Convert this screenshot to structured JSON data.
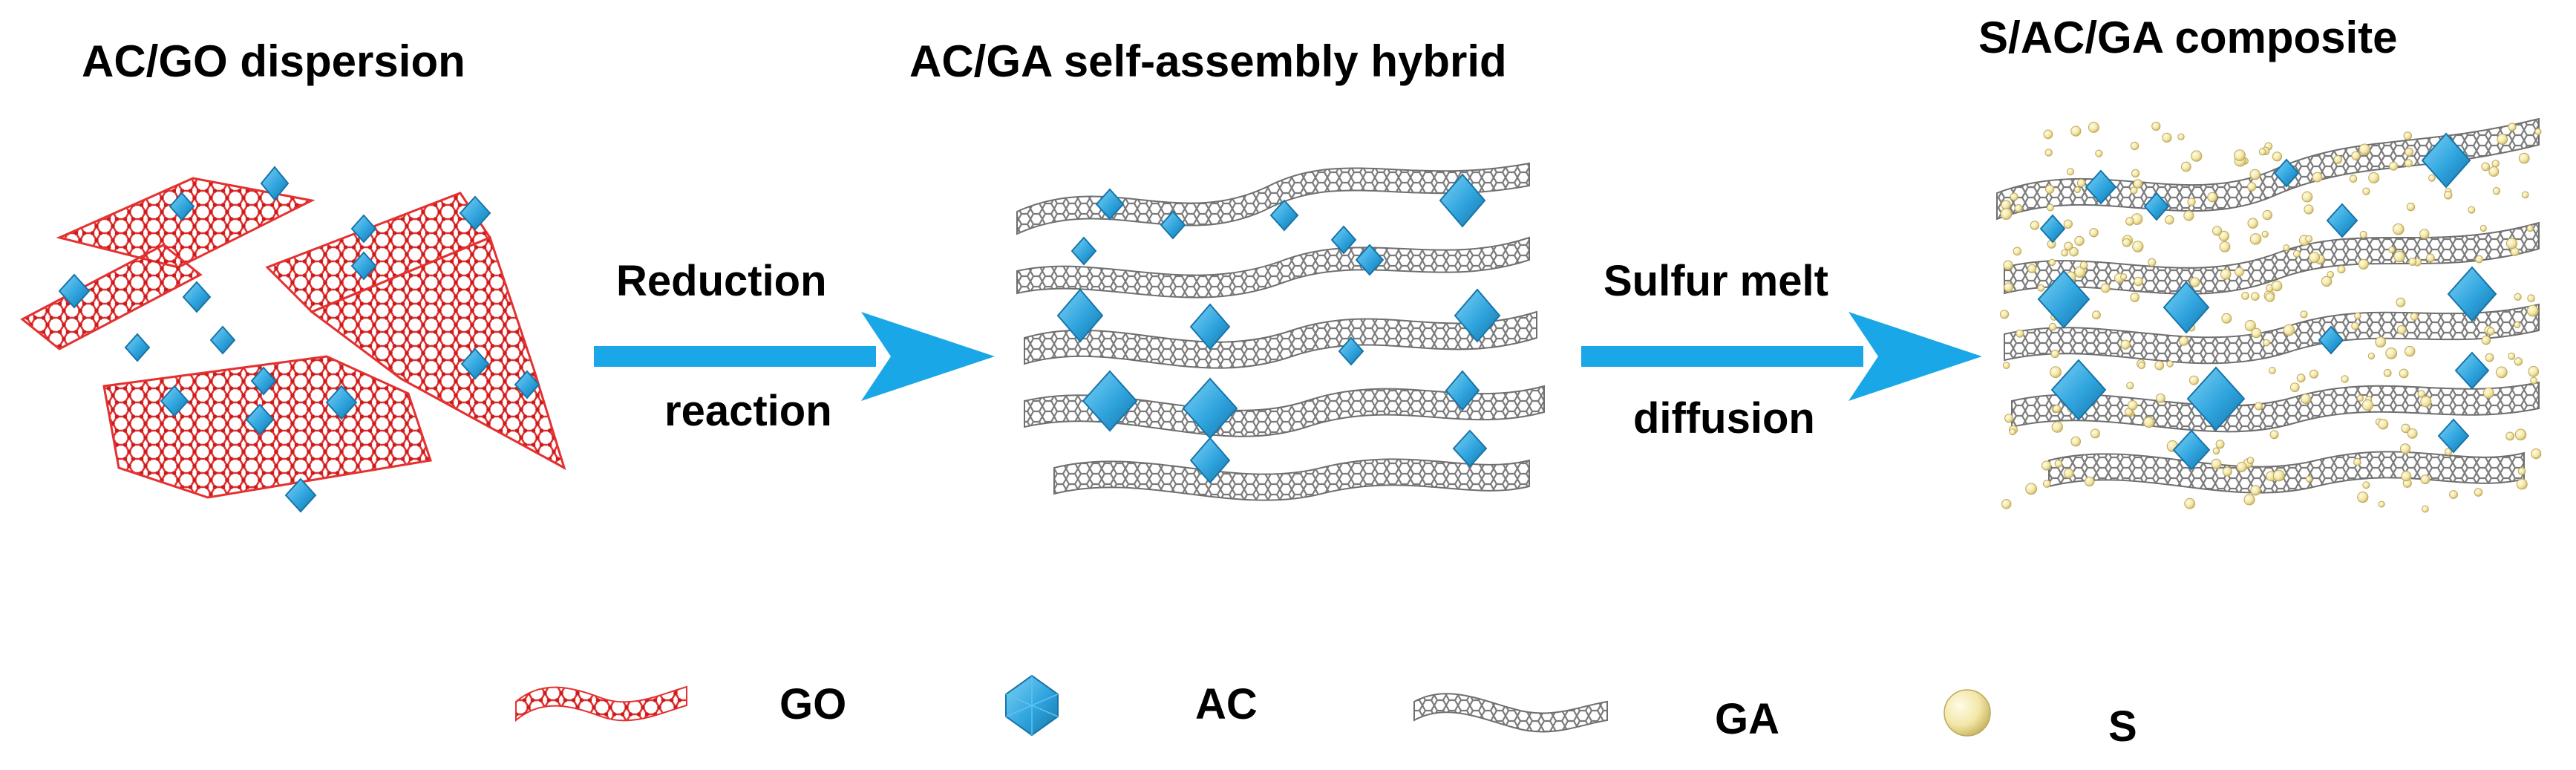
{
  "panels": [
    {
      "title": "AC/GO dispersion"
    },
    {
      "title": "AC/GA self-assembly hybrid"
    },
    {
      "title": "S/AC/GA composite"
    }
  ],
  "steps": [
    {
      "line1": "Reduction",
      "line2": "reaction"
    },
    {
      "line1": "Sulfur melt",
      "line2": "diffusion"
    }
  ],
  "legend": [
    {
      "label": "GO",
      "icon": "go-sheet-icon"
    },
    {
      "label": "AC",
      "icon": "ac-octahedron-icon"
    },
    {
      "label": "GA",
      "icon": "ga-sheet-icon"
    },
    {
      "label": "S",
      "icon": "sulfur-sphere-icon"
    }
  ],
  "colors": {
    "go": "#e53030",
    "ac": "#2fa4de",
    "ga": "#8c8c8c",
    "s": "#f3e7a8",
    "arrow": "#1aa7e8"
  }
}
